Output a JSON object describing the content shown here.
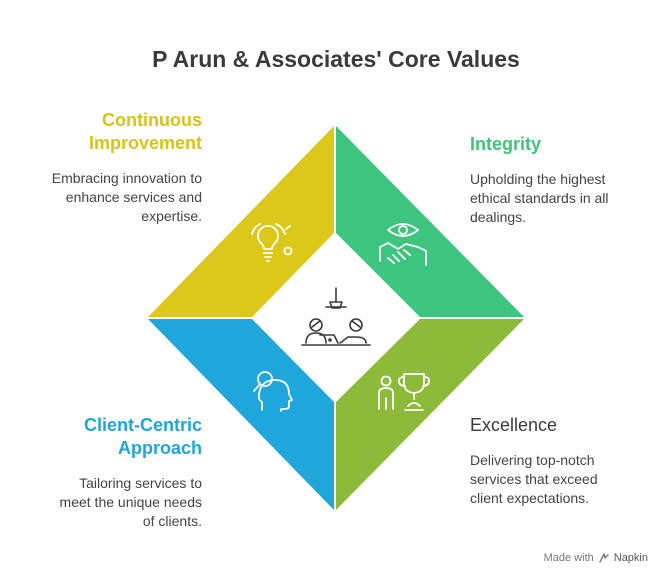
{
  "title": "P Arun & Associates' Core Values",
  "colors": {
    "yellow": "#DCC81A",
    "green": "#3DC47E",
    "blue": "#1FA6DB",
    "lime": "#8DBA38",
    "text": "#3a3a3a"
  },
  "values": {
    "continuous_improvement": {
      "heading_line1": "Continuous",
      "heading_line2": "Improvement",
      "desc_line1": "Embracing innovation to",
      "desc_line2": "enhance services and",
      "desc_line3": "expertise.",
      "icon": "lightbulb-icon"
    },
    "integrity": {
      "heading": "Integrity",
      "desc_line1": "Upholding the highest",
      "desc_line2": "ethical standards in all",
      "desc_line3": "dealings.",
      "icon": "eye-handshake-icon"
    },
    "client_centric": {
      "heading_line1": "Client-Centric",
      "heading_line2": "Approach",
      "desc_line1": "Tailoring services to",
      "desc_line2": "meet the unique needs",
      "desc_line3": "of clients.",
      "icon": "head-magnifier-icon"
    },
    "excellence": {
      "heading": "Excellence",
      "desc_line1": "Delivering top-notch",
      "desc_line2": "services that exceed",
      "desc_line3": "client expectations.",
      "icon": "person-trophy-icon"
    }
  },
  "center_icon": "meeting-people-icon",
  "footer": {
    "made_with": "Made with",
    "brand": "Napkin"
  }
}
